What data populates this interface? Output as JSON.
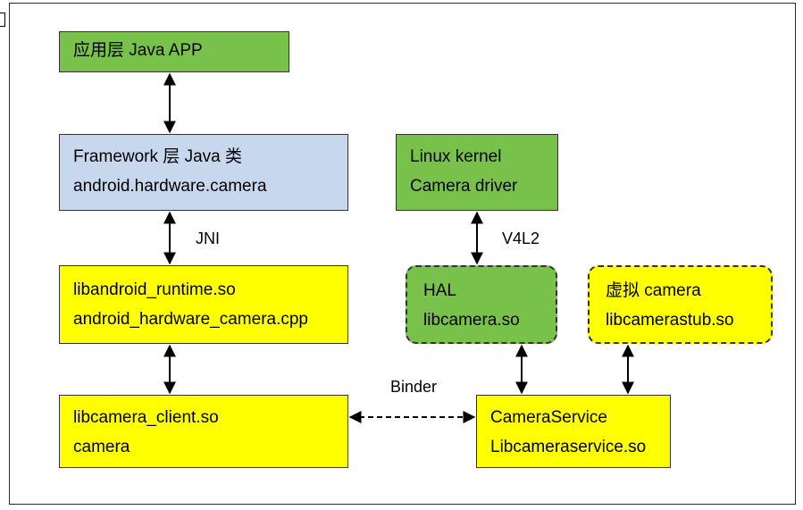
{
  "boxes": {
    "java_app": {
      "line1": "应用层 Java APP",
      "color": "#78c24b"
    },
    "framework": {
      "line1": "Framework 层 Java 类",
      "line2": "android.hardware.camera",
      "color": "#c7d8ee"
    },
    "linux_kernel": {
      "line1": "Linux kernel",
      "line2": "Camera driver",
      "color": "#78c24b"
    },
    "libandroid_runtime": {
      "line1": "libandroid_runtime.so",
      "line2": "android_hardware_camera.cpp",
      "color": "#ffff00"
    },
    "hal": {
      "line1": "HAL",
      "line2": "libcamera.so",
      "color": "#78c24b"
    },
    "virtual_camera": {
      "line1": "虚拟 camera",
      "line2": "libcamerastub.so",
      "color": "#ffff00"
    },
    "camera_client": {
      "line1": "libcamera_client.so",
      "line2": "camera",
      "color": "#ffff00"
    },
    "camera_service": {
      "line1": "CameraService",
      "line2": "Libcameraservice.so",
      "color": "#ffff00"
    }
  },
  "labels": {
    "jni": "JNI",
    "v4l2": "V4L2",
    "binder": "Binder"
  }
}
